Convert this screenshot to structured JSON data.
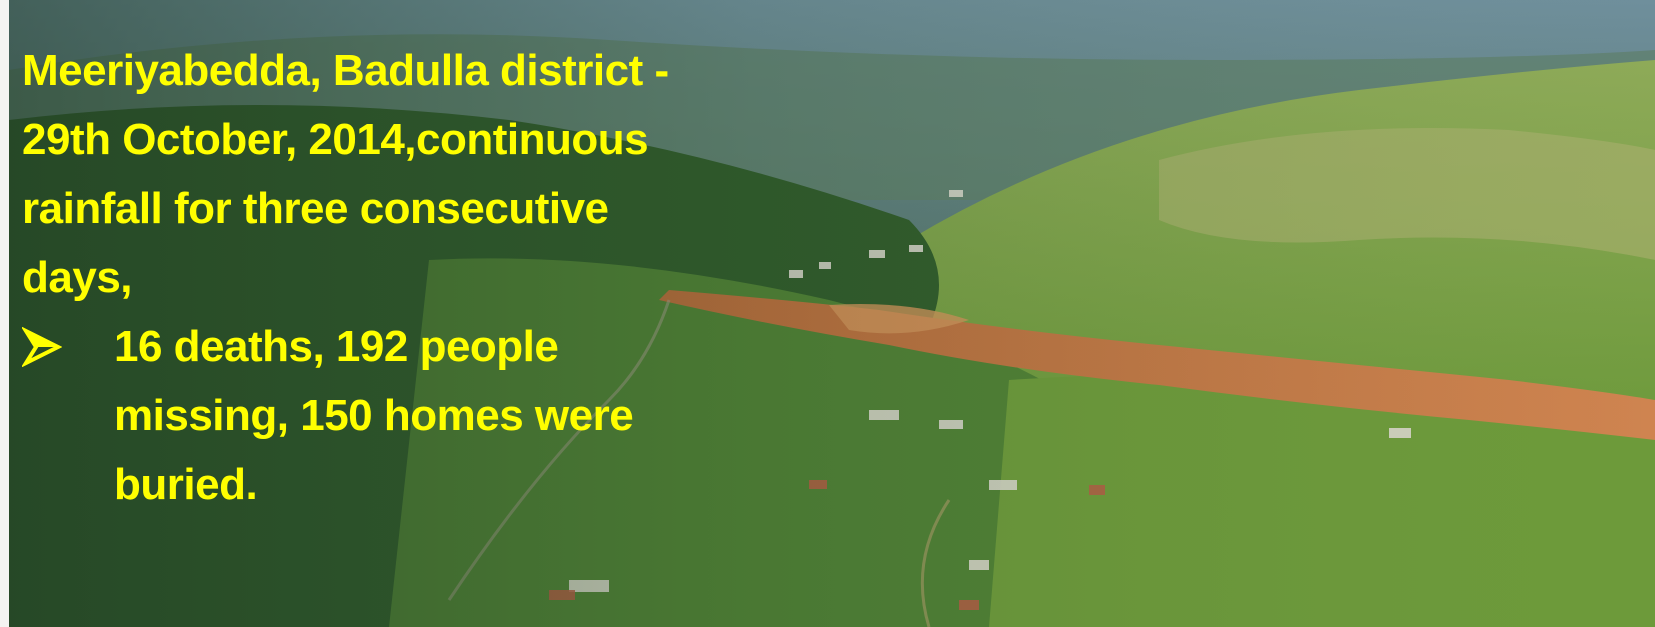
{
  "image": {
    "subject": "aerial-landslide-photo",
    "colors": {
      "text": "#ffff00",
      "sky": "#8ea8b2",
      "forest": "#2f5a2a",
      "grass": "#7fa64a",
      "slide_soil": "#c2703a"
    }
  },
  "caption": {
    "heading": "Meeriyabedda,  Badulla district - 29th  October, 2014,continuous rainfall for three consecutive days,",
    "bullet_icon": "arrow-bullet-icon",
    "bullet_text": "16 deaths, 192 people missing, 150 homes were buried."
  }
}
